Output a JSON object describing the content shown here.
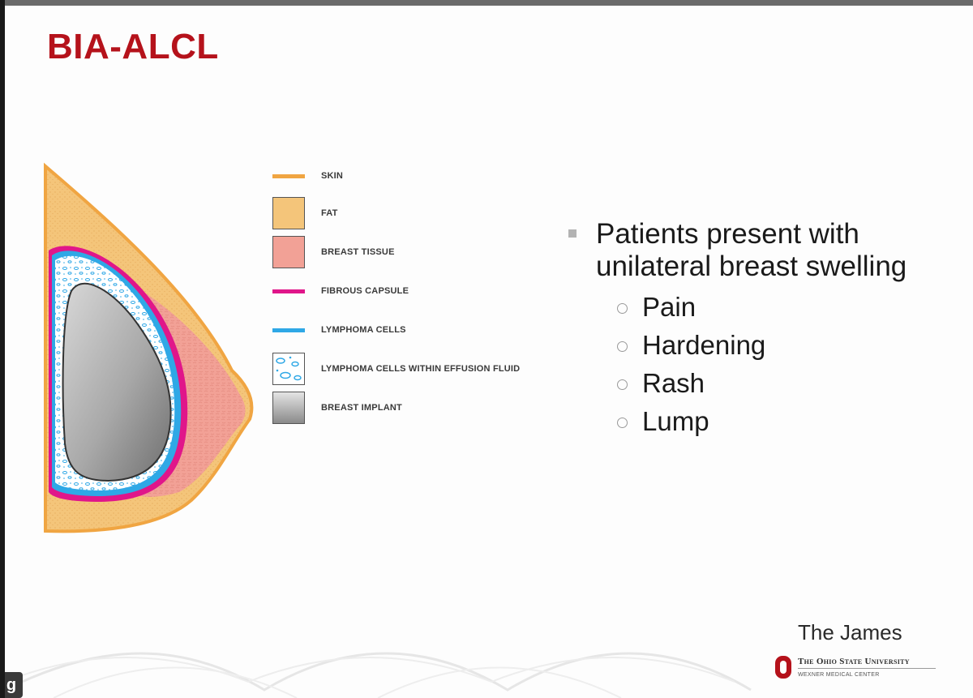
{
  "slide": {
    "title": "BIA-ALCL",
    "legend": [
      {
        "label": "SKIN",
        "swatch": "line",
        "color": "#f0a542"
      },
      {
        "label": "FAT",
        "swatch": "box",
        "color": "#f4c57a"
      },
      {
        "label": "BREAST TISSUE",
        "swatch": "box",
        "color": "#f2a196"
      },
      {
        "label": "FIBROUS CAPSULE",
        "swatch": "line",
        "color": "#e0168a"
      },
      {
        "label": "LYMPHOMA CELLS",
        "swatch": "line",
        "color": "#2fa8e6"
      },
      {
        "label": "LYMPHOMA CELLS WITHIN EFFUSION FLUID",
        "swatch": "box-pattern",
        "color": "#2fa8e6"
      },
      {
        "label": "BREAST IMPLANT",
        "swatch": "box-gradient",
        "color": "#9a9a9a"
      }
    ],
    "bullet": {
      "text": "Patients present with unilateral breast swelling",
      "subitems": [
        "Pain",
        "Hardening",
        "Rash",
        "Lump"
      ]
    }
  },
  "footer": {
    "brand": "The James",
    "university": "The Ohio State University",
    "center": "WEXNER MEDICAL CENTER",
    "corner_tag": "g"
  },
  "colors": {
    "title": "#b5121b",
    "skin": "#f0a542",
    "fat": "#f4c57a",
    "tissue": "#f2a196",
    "capsule": "#e0168a",
    "lymphoma": "#2fa8e6",
    "implant": "#9a9a9a"
  }
}
